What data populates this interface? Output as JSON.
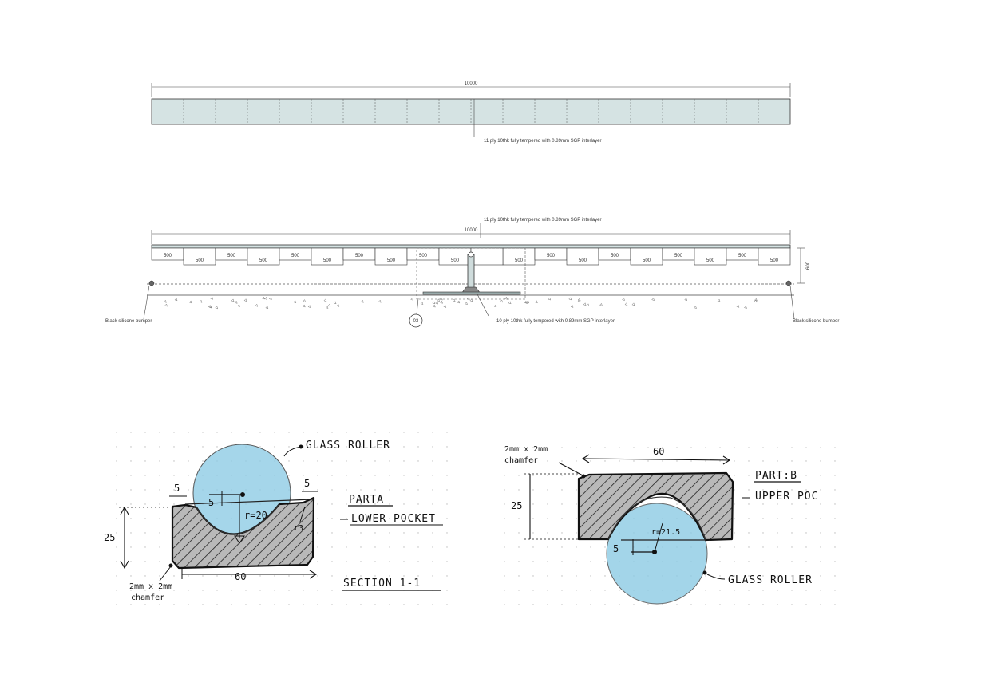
{
  "elevation_top": {
    "overall_dim": "10000",
    "note": "11 ply 10thk fully tempered with 0.89mm SGP interlayer"
  },
  "elevation_bottom": {
    "top_note": "11 ply 10thk fully tempered with 0.89mm SGP interlayer",
    "overall_dim": "10000",
    "segment_label": "500",
    "height_dim": "600",
    "left_label": "Black silicone bumper",
    "right_label": "Black silicone bumper",
    "base_note": "10 ply 10thk fully tempered with 0.89mm SGP interlayer",
    "detail_ref": "03"
  },
  "sketch_a": {
    "roller_label": "GLASS ROLLER",
    "part_title": "PARTA",
    "part_subtitle": "LOWER POCKET",
    "dim_left_gap": "5",
    "dim_right_gap": "5",
    "dim_offset": "5",
    "radius": "r=20",
    "radius_small": "r3",
    "height": "25",
    "width": "60",
    "chamfer_1": "2mm x 2mm",
    "chamfer_2": "chamfer",
    "section": "SECTION 1-1"
  },
  "sketch_b": {
    "chamfer_1": "2mm x 2mm",
    "chamfer_2": "chamfer",
    "width": "60",
    "height": "25",
    "part_title": "PART:B",
    "part_subtitle": "UPPER POC",
    "radius": "r=21.5",
    "dim_offset": "5",
    "roller_label": "GLASS ROLLER"
  },
  "colors": {
    "glass": "#d5e3e3",
    "roller": "#8ccbe4",
    "hatch_fill": "#b9b9b9",
    "line": "#333333"
  }
}
